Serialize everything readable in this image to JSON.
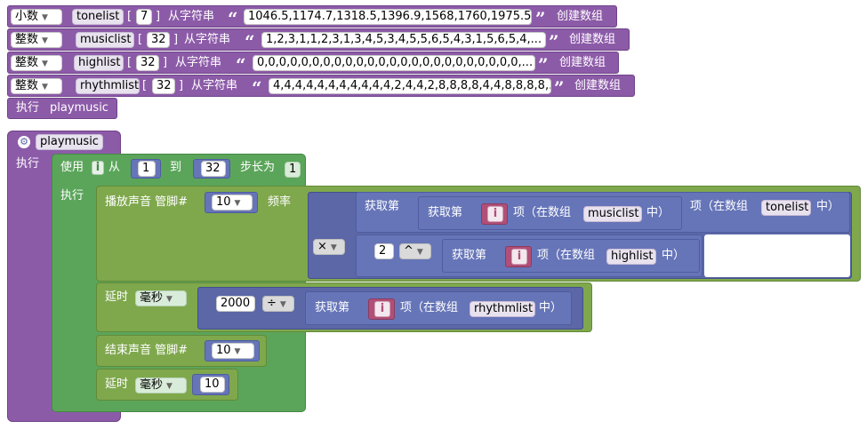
{
  "decl_blocks": [
    {
      "type_label": "小数",
      "var_name": "tonelist",
      "size": "7",
      "from_string_label": "从字符串",
      "string_value": "1046.5,1174.7,1318.5,1396.9,1568,1760,1975.5",
      "create_label": "创建数组"
    },
    {
      "type_label": "整数",
      "var_name": "musiclist",
      "size": "32",
      "from_string_label": "从字符串",
      "string_value": "1,2,3,1,1,2,3,1,3,4,5,3,4,5,5,6,5,4,3,1,5,6,5,4,...",
      "create_label": "创建数组"
    },
    {
      "type_label": "整数",
      "var_name": "highlist",
      "size": "32",
      "from_string_label": "从字符串",
      "string_value": "0,0,0,0,0,0,0,0,0,0,0,0,0,0,0,0,0,0,0,0,0,0,0,0,...",
      "create_label": "创建数组"
    },
    {
      "type_label": "整数",
      "var_name": "rhythmlist",
      "size": "32",
      "from_string_label": "从字符串",
      "string_value": "4,4,4,4,4,4,4,4,4,4,4,2,4,4,2,8,8,8,8,4,4,8,8,8,8,...",
      "create_label": "创建数组"
    }
  ],
  "bracket_open": "[",
  "bracket_close": "]",
  "quote_open": "“",
  "quote_close": "”",
  "exec_call": {
    "label": "执行",
    "proc_name": "playmusic"
  },
  "procedure": {
    "name": "playmusic",
    "exec_label": "执行",
    "for_loop": {
      "use_label": "使用",
      "var": "i",
      "from_label": "从",
      "from_value": "1",
      "to_label": "到",
      "to_value": "32",
      "step_label": "步长为",
      "step_value": "1",
      "exec_label": "执行"
    },
    "tone": {
      "label": "播放声音 管脚#",
      "pin": "10",
      "freq_label": "频率"
    },
    "multiply": {
      "op": "×",
      "get_label": "获取第",
      "item_label": "项（在数组",
      "in_label": "中）",
      "outer_array": "tonelist",
      "inner_array": "musiclist",
      "var": "i",
      "base": "2",
      "pow_op": "^",
      "high_array": "highlist"
    },
    "delay1": {
      "label": "延时",
      "unit": "毫秒",
      "value": "2000",
      "div_op": "÷",
      "get_label": "获取第",
      "var": "i",
      "item_label": "项（在数组",
      "array": "rhythmlist",
      "in_label": "中）"
    },
    "notone": {
      "label": "结束声音 管脚#",
      "pin": "10"
    },
    "delay2": {
      "label": "延时",
      "unit": "毫秒",
      "value": "10"
    }
  }
}
